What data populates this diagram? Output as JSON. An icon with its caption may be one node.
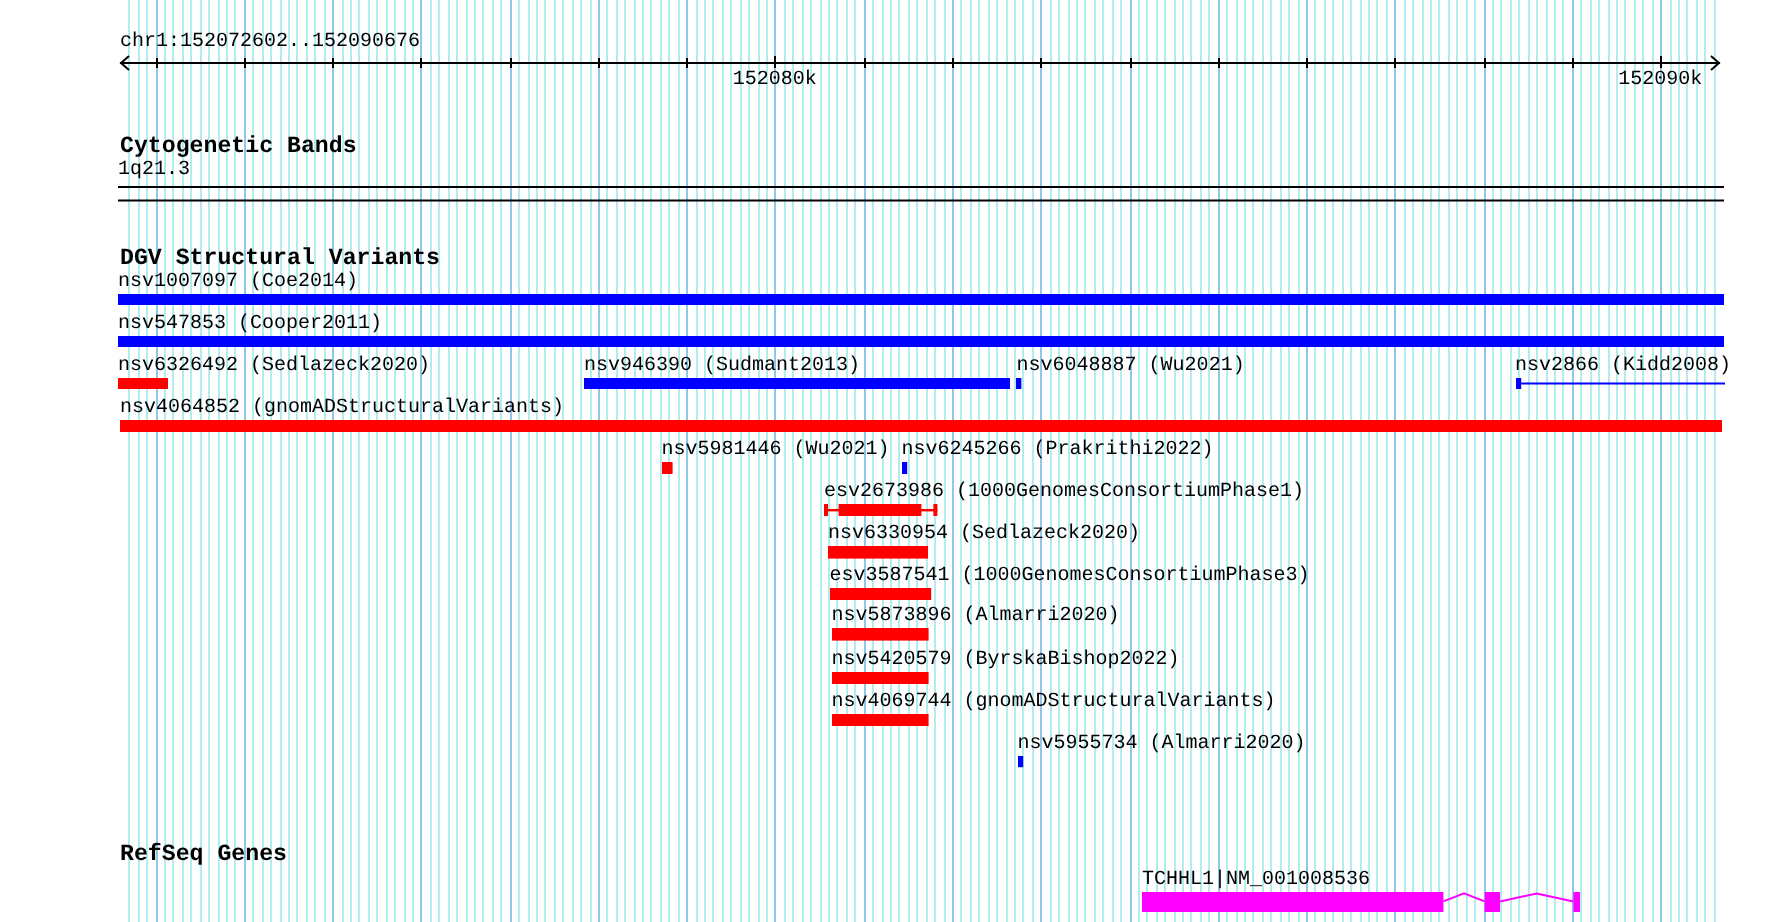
{
  "diagram": {
    "nodes": [
      {
        "text": [
          "1q21.3"
        ]
      },
      {
        "text": [
          "nsv1007097 (Coe2014)"
        ]
      },
      {
        "text": [
          "nsv547853 (Cooper2011)"
        ]
      },
      {
        "text": [
          "nsv6326492 (Sedlazeck2020)"
        ]
      },
      {
        "text": [
          "nsv946390 (Sudmant2013)"
        ]
      },
      {
        "text": [
          "nsv6048887 (Wu2021)"
        ]
      },
      {
        "text": [
          "nsv2866 (Kidd2008)"
        ]
      },
      {
        "text": [
          "nsv4064852 (gnomADStructuralVariants)"
        ]
      },
      {
        "text": [
          "nsv5981446 (Wu2021)"
        ]
      },
      {
        "text": [
          "nsv6245266 (Prakrithi2022)"
        ]
      },
      {
        "text": [
          "esv2673986 (1000GenomesConsortiumPhase1)"
        ]
      },
      {
        "text": [
          "nsv6330954 (Sedlazeck2020)"
        ]
      },
      {
        "text": [
          "esv3587541 (1000GenomesConsortiumPhase3)"
        ]
      },
      {
        "text": [
          "nsv5873896 (Almarri2020)"
        ]
      },
      {
        "text": [
          "nsv5420579 (ByrskaBishop2022)"
        ]
      },
      {
        "text": [
          "nsv4069744 (gnomADStructuralVariants)"
        ]
      },
      {
        "text": [
          "nsv5955734 (Almarri2020)"
        ]
      },
      {
        "text": [
          "TCHHL1|NM_001008536"
        ]
      }
    ],
    "labels": [
      "chr1:152072602..152090676",
      "152080k",
      "152090k",
      "Cytogenetic Bands",
      "DGV Structural Variants",
      "RefSeq Genes"
    ]
  }
}
